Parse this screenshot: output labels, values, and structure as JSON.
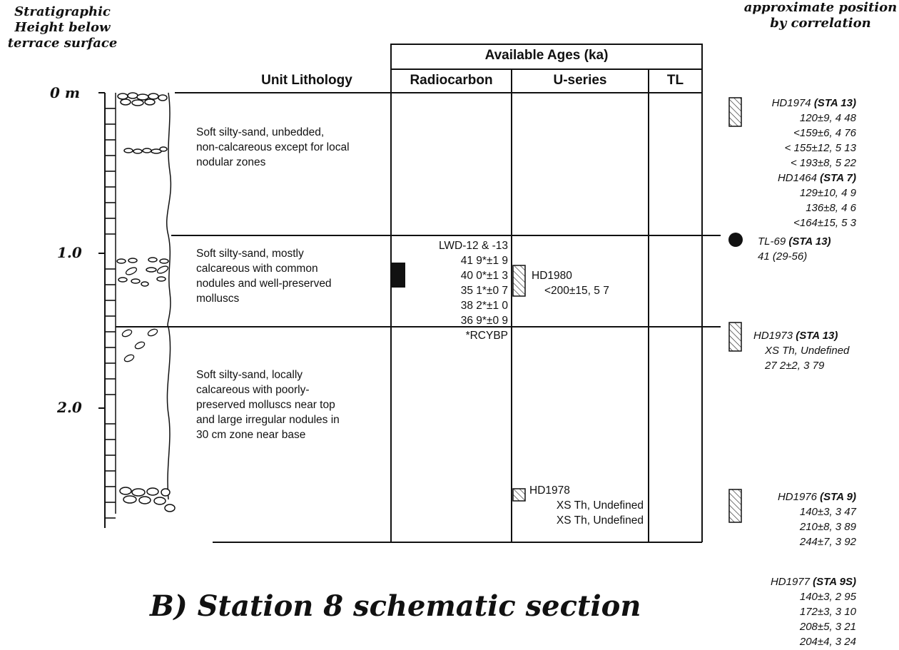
{
  "left_heading": [
    "Stratigraphic",
    "Height below",
    "terrace surface"
  ],
  "right_heading": [
    "approximate position",
    "by correlation"
  ],
  "depth_labels": [
    "0 m",
    "1.0",
    "2.0"
  ],
  "table": {
    "group_header": "Available Ages (ka)",
    "unit_header": "Unit Lithology",
    "columns": [
      "Radiocarbon",
      "U-series",
      "TL"
    ]
  },
  "units": [
    [
      "Soft silty-sand, unbedded,",
      "non-calcareous except for local",
      "nodular zones"
    ],
    [
      "Soft silty-sand, mostly",
      "calcareous with common",
      "nodules and well-preserved",
      "molluscs"
    ],
    [
      "Soft silty-sand, locally",
      "calcareous with poorly-",
      "preserved molluscs near top",
      "and large irregular nodules in",
      "30 cm zone near base"
    ]
  ],
  "radiocarbon": [
    "LWD-12 & -13",
    "41 9*±1 9",
    "40 0*±1 3",
    "35 1*±0 7",
    "38 2*±1 0",
    "36 9*±0 9",
    "*RCYBP"
  ],
  "useries": {
    "hd1980": [
      "HD1980",
      "<200±15, 5 7"
    ],
    "hd1978": [
      "HD1978",
      "XS Th, Undefined",
      "XS Th, Undefined"
    ]
  },
  "correlation": {
    "hd1974": {
      "id": "HD1974",
      "sta": "(STA 13)",
      "values": [
        "120±9,  4 48",
        "<159±6,   4 76",
        "< 155±12, 5 13",
        "< 193±8,   5 22"
      ]
    },
    "hd1464": {
      "id": "HD1464",
      "sta": "(STA 7)",
      "values": [
        "129±10, 4 9",
        "136±8,   4 6",
        "<164±15, 5 3"
      ]
    },
    "tl69": {
      "id": "TL-69",
      "sta": "(STA 13)",
      "values": [
        "41 (29-56)"
      ]
    },
    "hd1973": {
      "id": "HD1973",
      "sta": "(STA 13)",
      "values": [
        "XS Th, Undefined",
        "27 2±2, 3 79"
      ]
    },
    "hd1976": {
      "id": "HD1976",
      "sta": "(STA 9)",
      "values": [
        "140±3, 3 47",
        "210±8, 3 89",
        "244±7, 3 92"
      ]
    },
    "hd1977": {
      "id": "HD1977",
      "sta": "(STA 9S)",
      "values": [
        "140±3, 2 95",
        "172±3, 3 10",
        "208±5, 3 21",
        "204±4, 3 24"
      ]
    }
  },
  "caption": "B) Station 8 schematic section"
}
